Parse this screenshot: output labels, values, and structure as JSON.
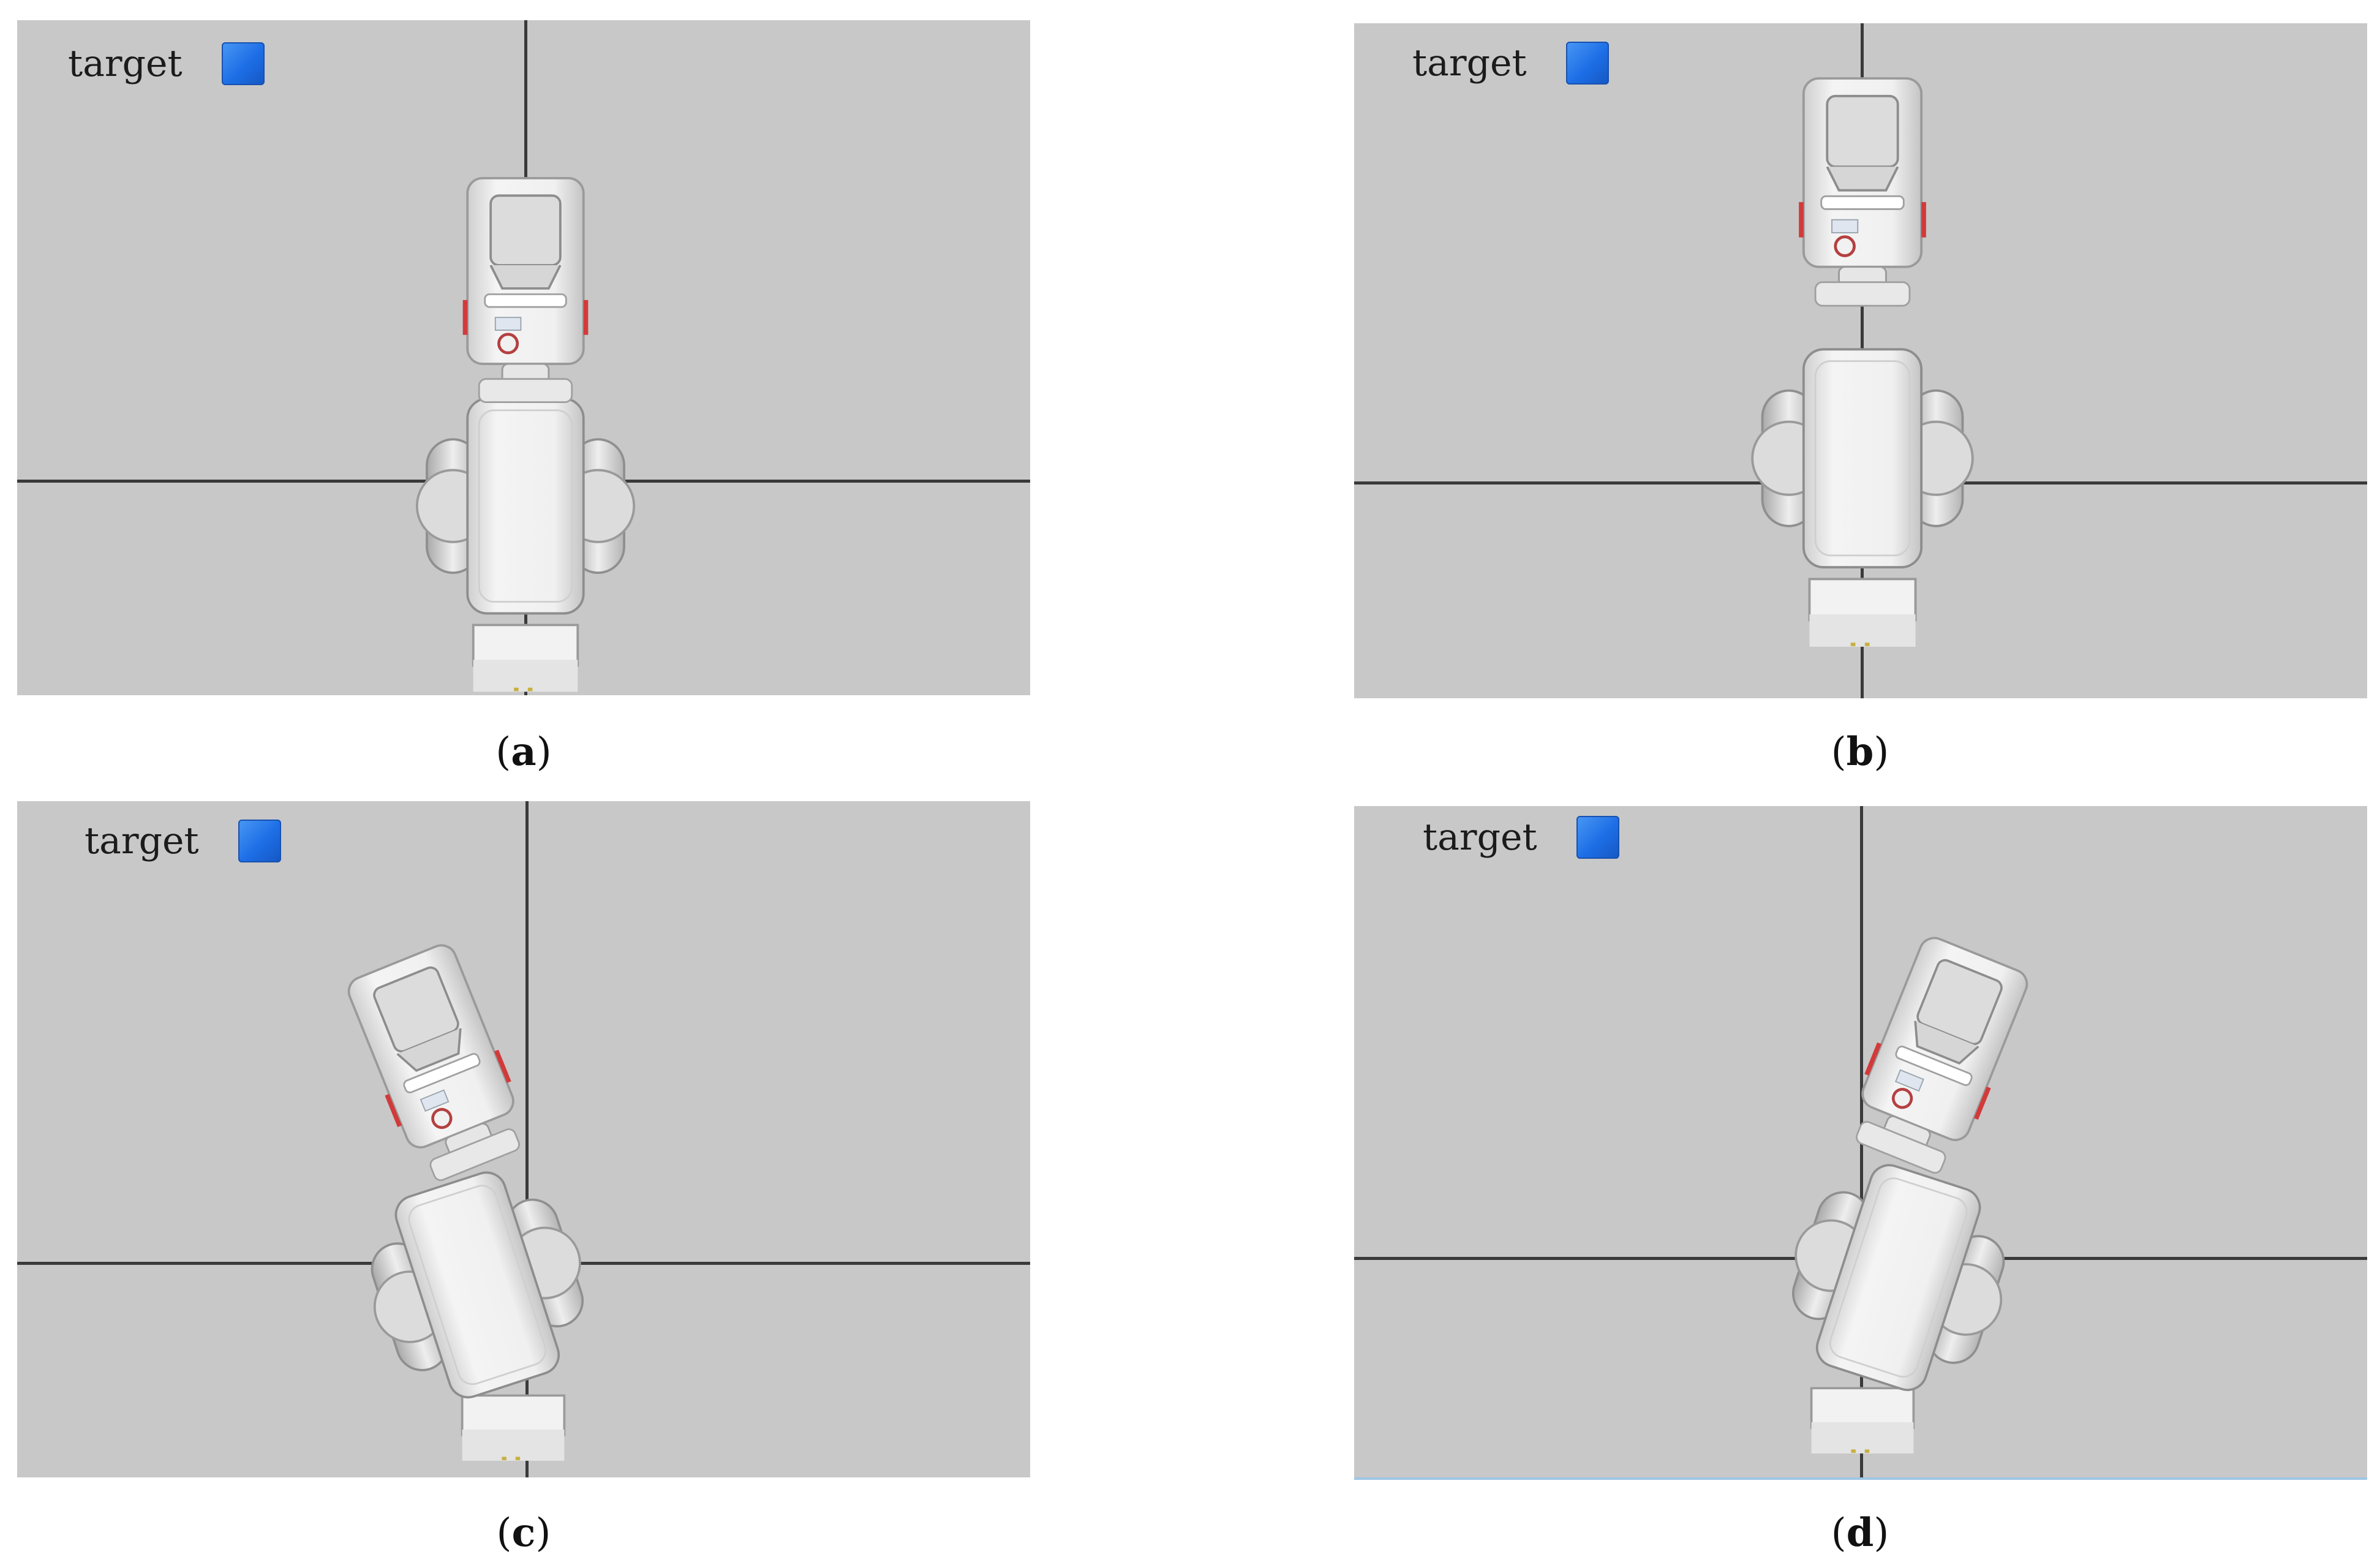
{
  "legend_label": "target",
  "panels": [
    {
      "id": "a",
      "caption_open": "(",
      "caption_letter": "a",
      "caption_close": ")",
      "arm_rotation_deg": 0
    },
    {
      "id": "b",
      "caption_open": "(",
      "caption_letter": "b",
      "caption_close": ")",
      "arm_rotation_deg": 0
    },
    {
      "id": "c",
      "caption_open": "(",
      "caption_letter": "c",
      "caption_close": ")",
      "arm_rotation_deg": -20
    },
    {
      "id": "d",
      "caption_open": "(",
      "caption_letter": "d",
      "caption_close": ")",
      "arm_rotation_deg": 20
    }
  ],
  "colors": {
    "background": "#c8c8c8",
    "axis": "#3a3a3a",
    "target": "#2a7ff0",
    "robot_body": "#e9e9e9",
    "robot_shade": "#b9b9b9",
    "robot_accent": "#d23a3a"
  },
  "icons": {
    "target_marker": "blue-square",
    "robot": "industrial-robot-arm-top-view"
  }
}
